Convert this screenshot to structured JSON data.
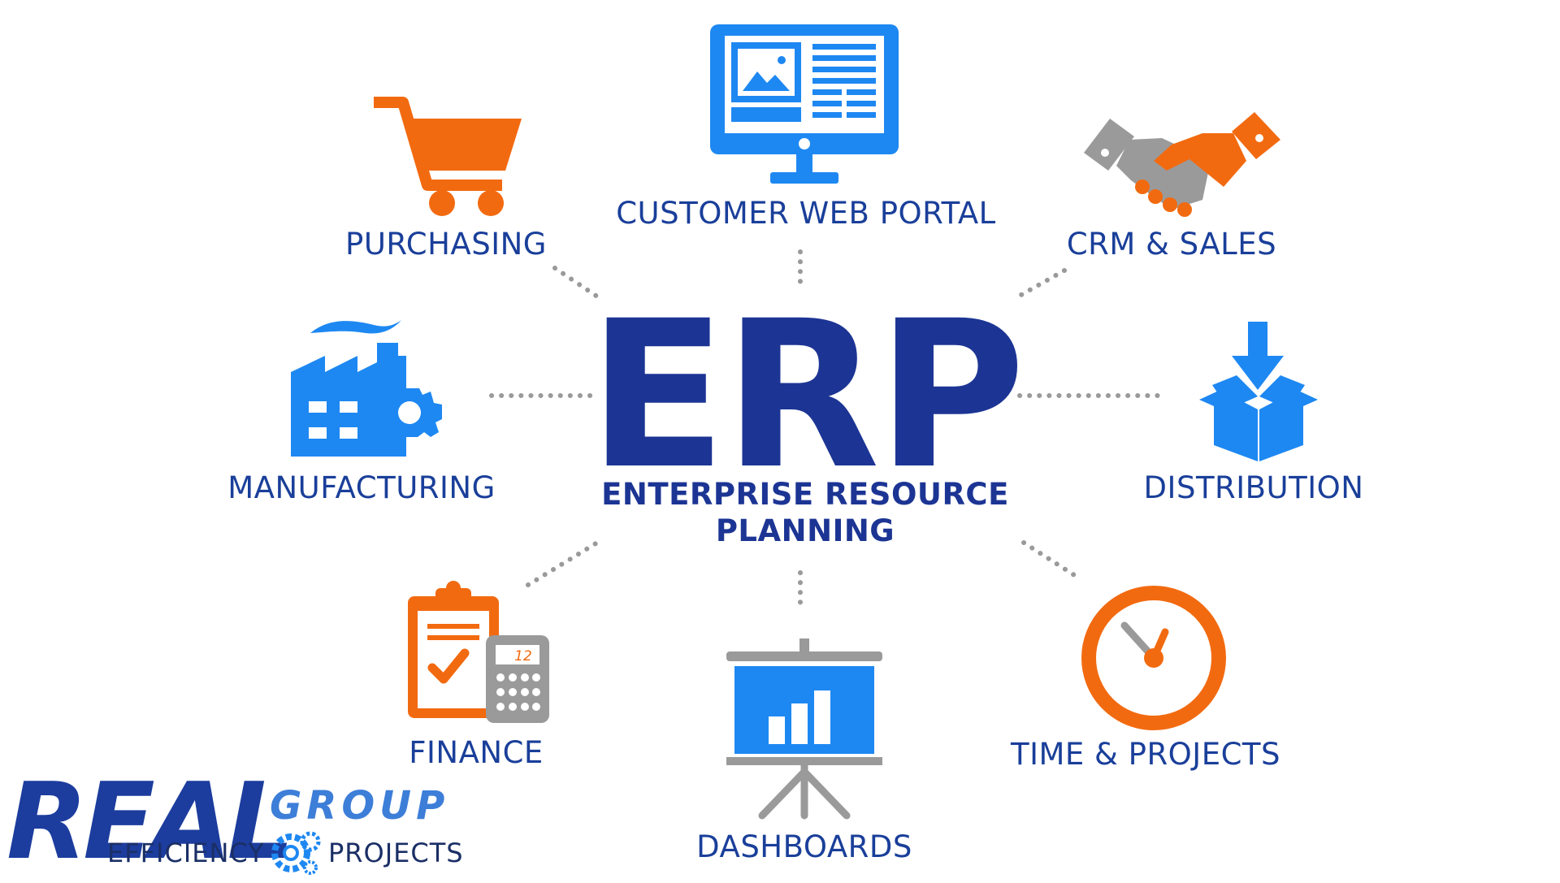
{
  "center": {
    "title": "ERP",
    "subtitle": "ENTERPRISE RESOURCE PLANNING"
  },
  "modules": {
    "customer_web_portal": "CUSTOMER WEB PORTAL",
    "purchasing": "PURCHASING",
    "crm_sales": "CRM & SALES",
    "manufacturing": "MANUFACTURING",
    "distribution": "DISTRIBUTION",
    "finance": "FINANCE",
    "dashboards": "DASHBOARDS",
    "time_projects": "TIME & PROJECTS"
  },
  "icons": {
    "customer_web_portal": "monitor-icon",
    "purchasing": "shopping-cart-icon",
    "crm_sales": "handshake-icon",
    "manufacturing": "factory-icon",
    "distribution": "box-download-icon",
    "finance": "clipboard-calculator-icon",
    "dashboards": "presentation-board-icon",
    "time_projects": "clock-icon",
    "calculator_display": "12"
  },
  "brand": {
    "logo_text_1": "REAL",
    "logo_text_2": "GROUP",
    "tagline_left": "EFFICIENCY",
    "tagline_right": "PROJECTS",
    "logo_icon": "gears-icon"
  },
  "colors": {
    "title_blue": "#1c3594",
    "label_blue": "#1a3f9a",
    "icon_blue": "#1e88f2",
    "icon_orange": "#f26a10",
    "icon_gray": "#9a9a9a",
    "dots_gray": "#9a9a9a"
  }
}
